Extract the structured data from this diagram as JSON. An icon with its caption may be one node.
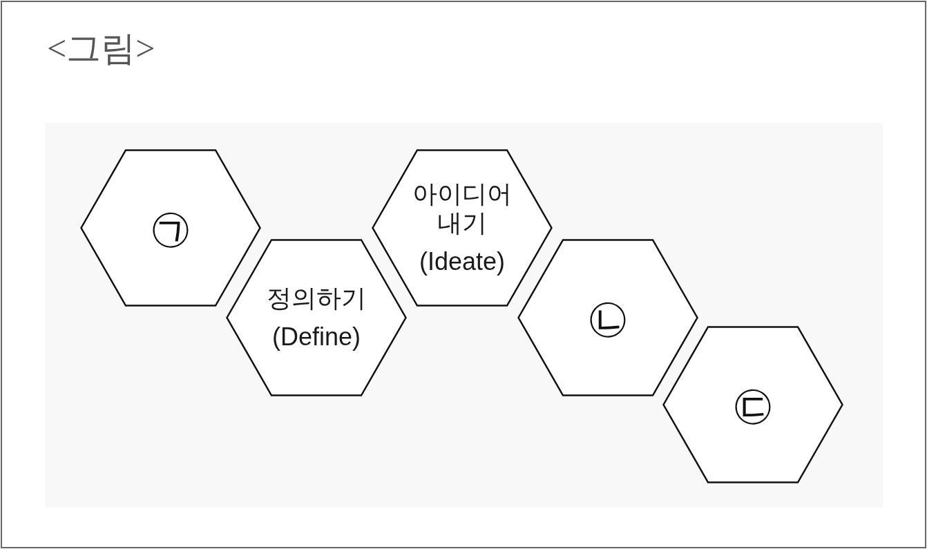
{
  "diagram": {
    "title": "<그림>",
    "nodes": [
      {
        "text": [
          "㉠"
        ]
      },
      {
        "text": [
          "정의하기",
          "(Define)"
        ]
      },
      {
        "text": [
          "아이디어 내기",
          "(Ideate)"
        ]
      },
      {
        "text": [
          "㉡"
        ]
      },
      {
        "text": [
          "㉢"
        ]
      }
    ]
  }
}
